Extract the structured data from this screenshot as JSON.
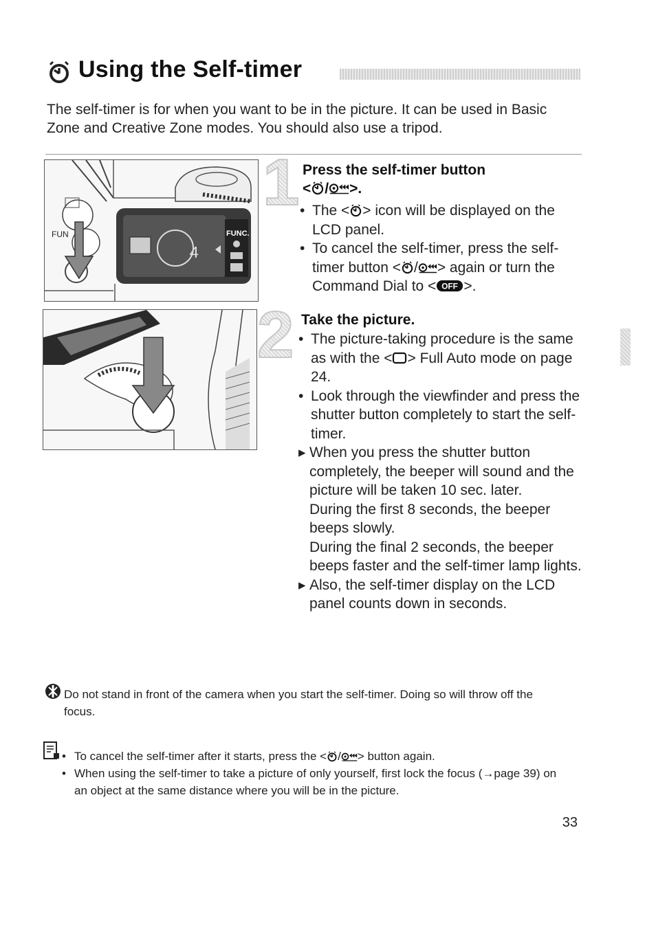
{
  "header": {
    "title": "Using the Self-timer",
    "title_icon": "self-timer-icon"
  },
  "intro": "The self-timer is for when you want to be in the picture. It can be used in Basic Zone and Creative Zone modes. You should also use a tripod.",
  "figures": {
    "fig1": {
      "labels": {
        "func_side": "FUN",
        "func_lcd": "FUNC.",
        "lcd_count": "4"
      }
    },
    "fig2": {}
  },
  "steps": [
    {
      "number": "1",
      "title_a": "Press the self-timer button",
      "title_b_open": "<",
      "title_b_close": ">.",
      "bullets": [
        {
          "marker": "•",
          "a": "The <",
          "b": "> icon will be displayed on the LCD panel."
        },
        {
          "marker": "•",
          "a": "To cancel the self-timer, press the self-timer button <",
          "b": "> again or turn the Command Dial to <",
          "c": ">."
        }
      ]
    },
    {
      "number": "2",
      "title": "Take the picture.",
      "bullets": [
        {
          "marker": "•",
          "a": "The picture-taking procedure is the same as with the <",
          "b": "> Full Auto mode on page 24."
        },
        {
          "marker": "•",
          "text": "Look through the viewfinder and press the shutter button completely to start the self-timer."
        },
        {
          "marker": "▸",
          "text": "When you press the shutter button completely, the beeper will sound and the picture will be taken 10 sec. later.",
          "text2": "During the first 8 seconds, the beeper beeps slowly.",
          "text3": "During the final 2 seconds, the beeper beeps faster and the self-timer lamp lights."
        },
        {
          "marker": "▸",
          "text": "Also, the self-timer display on the LCD panel counts down in seconds."
        }
      ]
    }
  ],
  "caution": "Do not stand in front of the camera when you start the self-timer. Doing so will throw off the focus.",
  "notes": [
    {
      "marker": "•",
      "a": "To cancel the self-timer after it starts, press the <",
      "b": "> button again."
    },
    {
      "marker": "•",
      "text": "When using the self-timer to take a picture of only yourself, first lock the focus (→page 39) on an object at the same distance where you will be in the picture."
    }
  ],
  "page_number": "33",
  "icons": {
    "self_timer": "self-timer-icon",
    "remote": "remote-control-icon",
    "off": "off-position-icon",
    "full_auto": "full-auto-icon",
    "caution": "caution-icon",
    "note": "memo-icon"
  }
}
